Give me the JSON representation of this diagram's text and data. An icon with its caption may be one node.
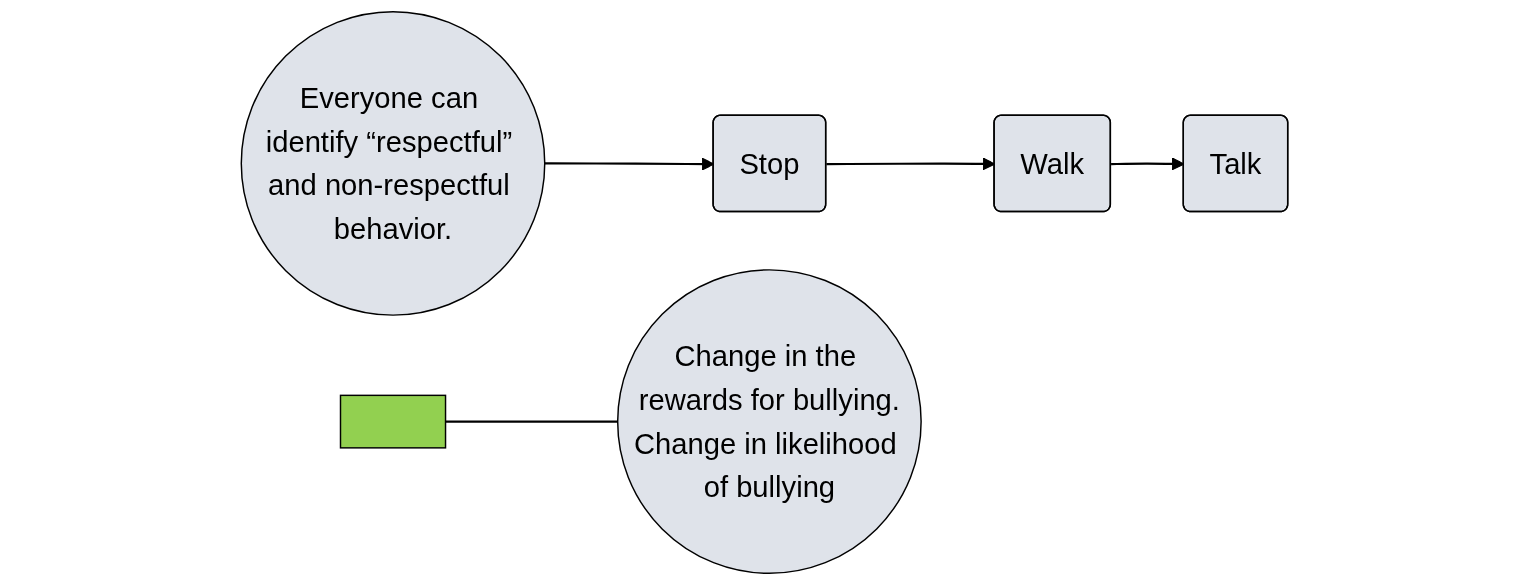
{
  "diagram": {
    "nodes": [
      {
        "text": [
          "Everyone can identify “respectful” and non-respectful behavior."
        ]
      },
      {
        "text": [
          "Stop"
        ]
      },
      {
        "text": [
          "Walk"
        ]
      },
      {
        "text": [
          "Talk"
        ]
      },
      {
        "text": [],
        "shape": "bar"
      },
      {
        "text": [
          "Change in the rewards for bullying.",
          "Change in likelihood of bullying"
        ]
      }
    ],
    "edges": [
      {
        "from": 0,
        "to": 1,
        "arrow": "to"
      },
      {
        "from": 1,
        "to": 2,
        "arrow": "to"
      },
      {
        "from": 2,
        "to": 3,
        "arrow": "to"
      },
      {
        "from": 4,
        "to": 5,
        "arrow": "none"
      }
    ]
  }
}
